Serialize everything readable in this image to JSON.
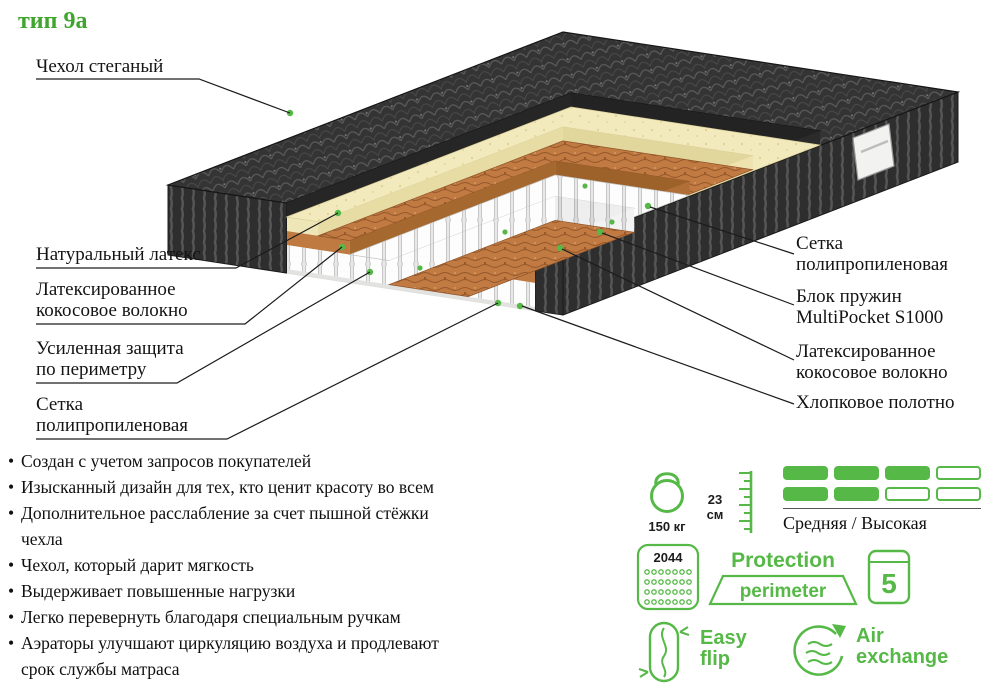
{
  "title": "тип 9а",
  "colors": {
    "accent": "#3fa52d",
    "green": "#56b947",
    "text": "#111111",
    "latex": "#f2eabd",
    "coir": "#c07a42",
    "cover": "#343434"
  },
  "labels_left": [
    {
      "text": "Чехол стеганый"
    },
    {
      "text": "Натуральный латекс"
    },
    {
      "text": "Латексированное кокосовое волокно"
    },
    {
      "text": "Усиленная защита по периметру"
    },
    {
      "text": "Сетка полипропиленовая"
    }
  ],
  "labels_right": [
    {
      "text": "Сетка полипропиленовая"
    },
    {
      "text": "Блок пружин MultiPocket S1000"
    },
    {
      "text": "Латексированное кокосовое волокно"
    },
    {
      "text": "Хлопковое полотно"
    }
  ],
  "features": {
    "bullet_char": "•",
    "items": [
      "Создан с учетом запросов покупателей",
      "Изысканный дизайн для тех, кто ценит красоту во всем",
      "Дополнительное расслабление за счет пышной стёжки чехла",
      "Чехол, который дарит мягкость",
      "Выдерживает повышенные нагрузки",
      "Легко перевернуть благодаря специальным ручкам",
      "Аэраторы улучшают циркуляцию воздуха и продлевают срок службы матраса"
    ]
  },
  "specs": {
    "weight_capacity": "150 кг",
    "height": "23 см",
    "firmness": {
      "label": "Средняя / Высокая",
      "rows": [
        [
          1,
          1,
          1,
          0
        ],
        [
          1,
          1,
          0,
          0
        ]
      ]
    },
    "springs_count": "2044",
    "protection_line1": "Protection",
    "protection_line2": "perimeter",
    "warranty": "5",
    "easy_flip": "Easy flip",
    "air_exchange": "Air exchange"
  }
}
